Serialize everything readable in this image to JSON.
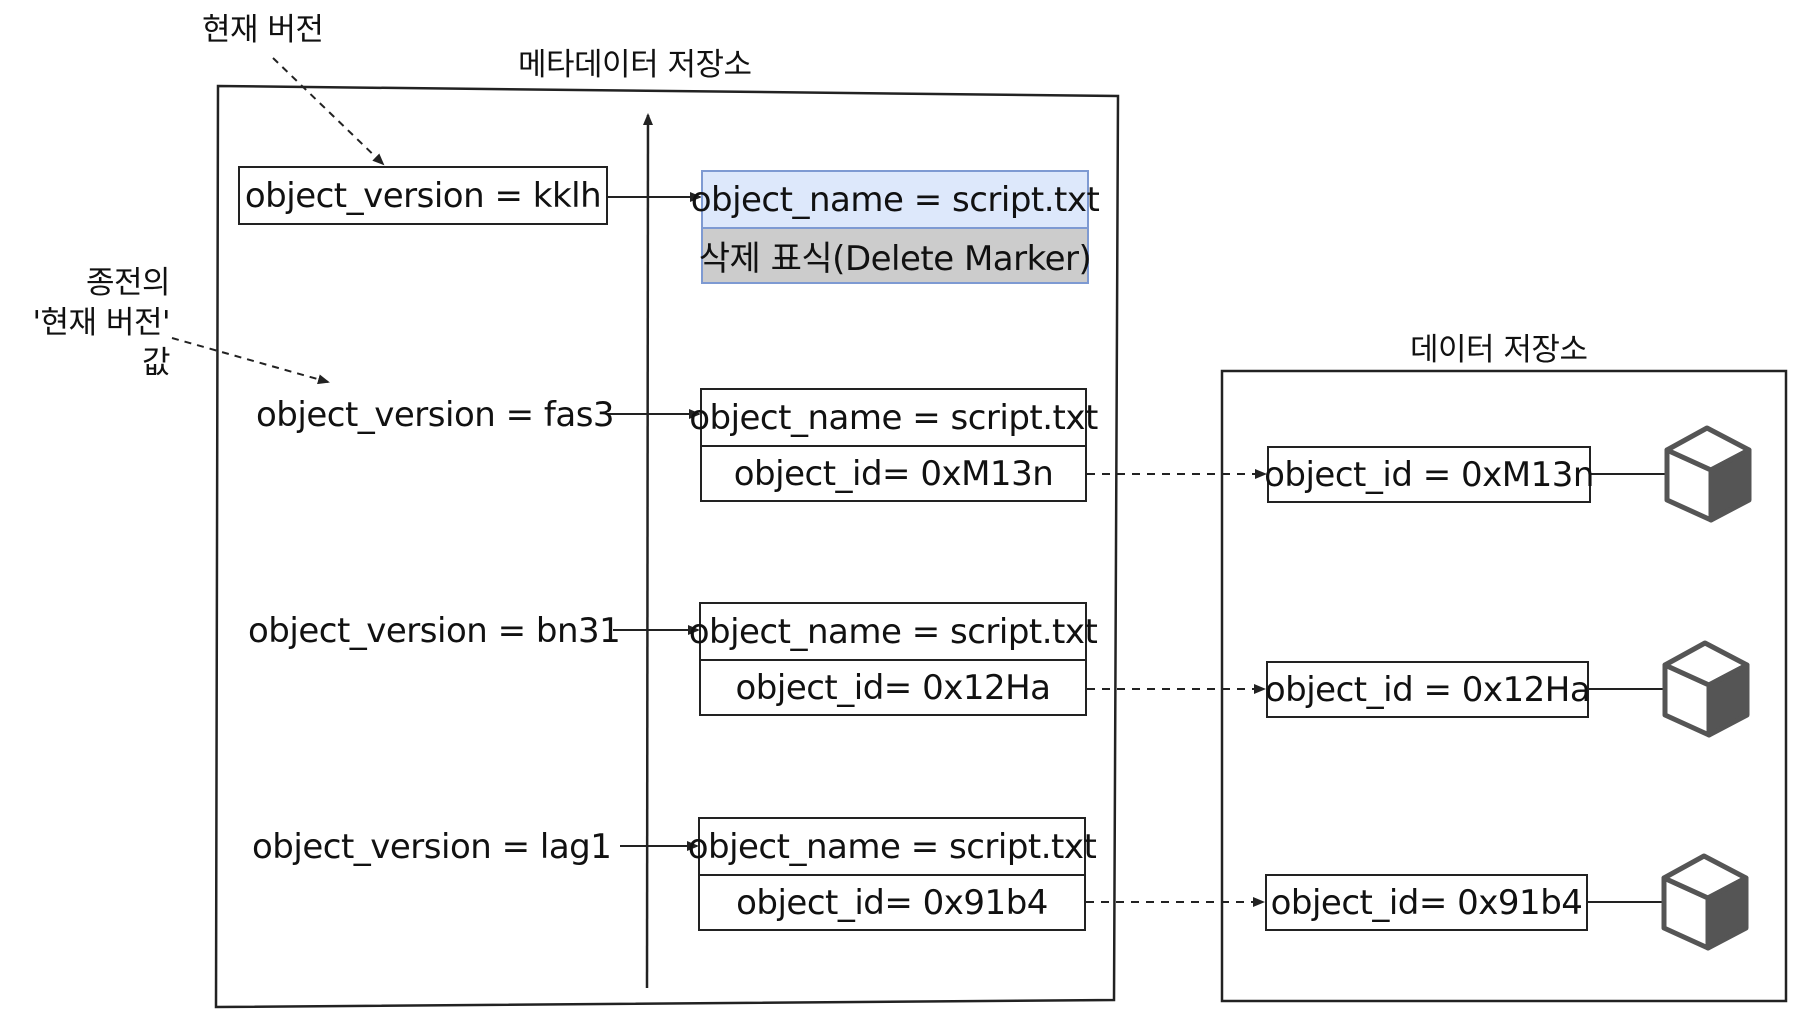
{
  "labels": {
    "current_version": "현재 버전",
    "metadata_store": "메타데이터 저장소",
    "data_store": "데이터 저장소",
    "previous_current_line1": "종전의",
    "previous_current_line2": "'현재 버전'",
    "previous_current_line3": "값"
  },
  "versions": [
    {
      "label": "object_version = kklh",
      "object_name": "script.txt",
      "second_row": "삭제 표식(Delete Marker)",
      "is_delete_marker": true
    },
    {
      "label": "object_version = fas3",
      "object_name": "object_name = script.txt",
      "second_row": "object_id= 0xM13n",
      "is_delete_marker": false
    },
    {
      "label": "object_version = bn31",
      "object_name": "object_name = script.txt",
      "second_row": "object_id= 0x12Ha",
      "is_delete_marker": false
    },
    {
      "label": "object_version = lag1",
      "object_name": "object_name = script.txt",
      "second_row": "object_id= 0x91b4",
      "is_delete_marker": false
    }
  ],
  "marker_name_text": "object_name = script.txt",
  "data_objects": [
    {
      "id_text": "object_id = 0xM13n",
      "icon": "cube-icon"
    },
    {
      "id_text": "object_id = 0x12Ha",
      "icon": "cube-icon"
    },
    {
      "id_text": "object_id= 0x91b4",
      "icon": "cube-icon"
    }
  ],
  "colors": {
    "marker_name_fill": "#dde8fb",
    "marker_label_fill": "#cccccc",
    "marker_border": "#7e9ad2",
    "line": "#222222",
    "cube_dark": "#555555",
    "cube_light": "#ffffff"
  }
}
